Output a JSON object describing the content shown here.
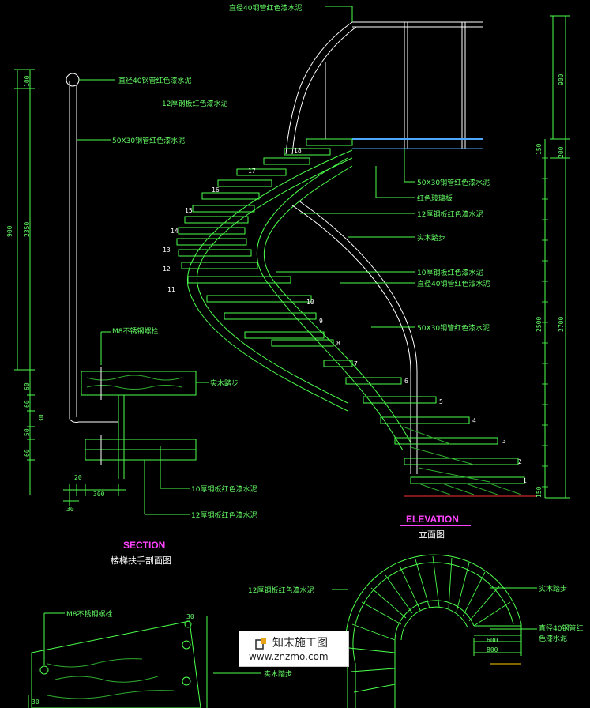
{
  "titles": {
    "section": "SECTION",
    "section_sub": "楼梯扶手剖面图",
    "elevation": "ELEVATION",
    "elevation_sub": "立面图"
  },
  "annotations": {
    "top_rail": "直径40钢管红色漆水泥",
    "sec_rail": "直径40钢管红色漆水泥",
    "sec_plate12": "12厚钢板红色漆水泥",
    "sec_tube": "50X30钢管红色漆水泥",
    "sec_bolt": "M8不锈钢螺栓",
    "sec_wood": "实木踏步",
    "sec_plate10": "10厚钢板红色漆水泥",
    "sec_plate12b": "12厚钢板红色漆水泥",
    "el_tube": "50X30钢管红色漆水泥",
    "el_glass": "红色玻璃板",
    "el_plate12": "12厚钢板红色漆水泥",
    "el_wood": "实木踏步",
    "el_plate10": "10厚钢板红色漆水泥",
    "el_rail": "直径40钢管红色漆水泥",
    "el_tube2": "50X30钢管红色漆水泥",
    "plan_plate12": "12厚钢板红色漆水泥",
    "plan_wood": "实木踏步",
    "plan_rail": "直径40钢管红色漆水泥",
    "detail_bolt": "M8不锈钢螺栓",
    "detail_wood": "实木踏步"
  },
  "dims": {
    "left_100": "100",
    "left_900": "900",
    "left_2350": "2350",
    "left_60a": "60",
    "left_60b": "60",
    "left_50": "50",
    "left_30": "30",
    "left_60c": "60",
    "bot_20": "20",
    "bot_300": "300",
    "bot_30": "30",
    "right_900": "900",
    "right_200": "200",
    "right_2500": "2500",
    "right_2700": "2700",
    "right_step": "150",
    "plan_600": "600",
    "plan_800": "800",
    "det_30": "30",
    "det_30b": "30"
  },
  "steps": [
    "1",
    "2",
    "3",
    "4",
    "5",
    "6",
    "7",
    "8",
    "9",
    "10",
    "11",
    "12",
    "13",
    "14",
    "15",
    "16",
    "17",
    "18"
  ],
  "watermark": {
    "name": "知末施工图",
    "url": "www.znzmo.com"
  }
}
